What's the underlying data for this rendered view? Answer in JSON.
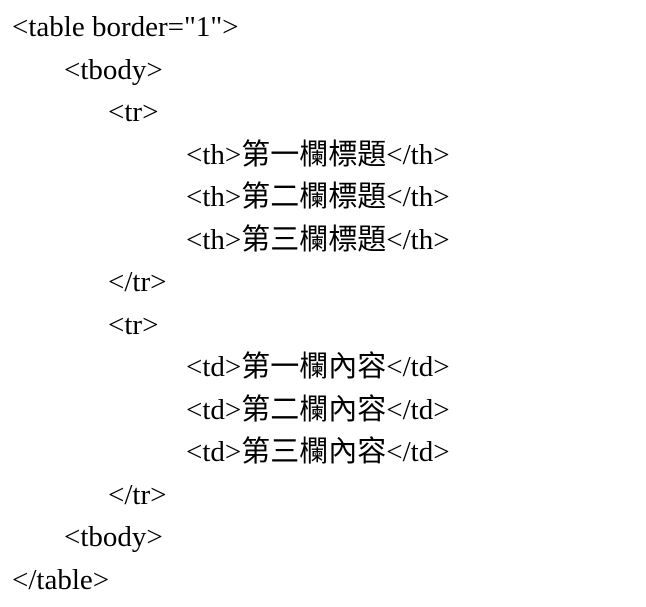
{
  "code_block": {
    "language": "html",
    "lines": [
      {
        "text": "<table border=\"1\">",
        "indent": 0
      },
      {
        "text": "<tbody>",
        "indent": 1
      },
      {
        "text": "<tr>",
        "indent": 2
      },
      {
        "text": "<th>第一欄標題</th>",
        "indent": 3
      },
      {
        "text": "<th>第二欄標題</th>",
        "indent": 3
      },
      {
        "text": "<th>第三欄標題</th>",
        "indent": 3
      },
      {
        "text": "</tr>",
        "indent": 2
      },
      {
        "text": "<tr>",
        "indent": 2
      },
      {
        "text": "<td>第一欄內容</td>",
        "indent": 3
      },
      {
        "text": "<td>第二欄內容</td>",
        "indent": 3
      },
      {
        "text": "<td>第三欄內容</td>",
        "indent": 3
      },
      {
        "text": "</tr>",
        "indent": 2
      },
      {
        "text": "<tbody>",
        "indent": 1
      },
      {
        "text": "</table>",
        "indent": 0
      }
    ]
  }
}
